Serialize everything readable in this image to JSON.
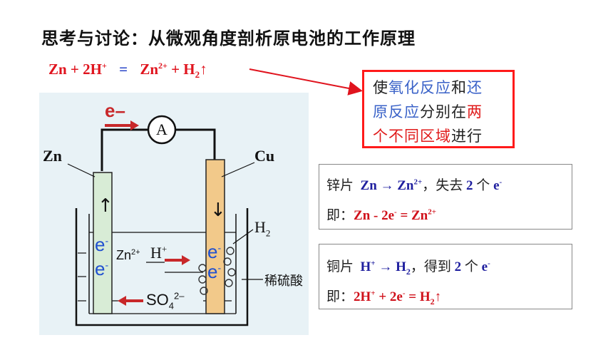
{
  "title": "思考与讨论：从微观角度剖析原电池的工作原理",
  "equation": {
    "left": "Zn + 2H",
    "left_sup": "+",
    "sign": "=",
    "right": "Zn",
    "right_sup": "2+",
    "right_tail": " + H",
    "right_sub": "2",
    "right_end": "↑"
  },
  "note": {
    "line1": [
      "使",
      "氧化反应",
      "和",
      "还"
    ],
    "line2": [
      "原反应",
      "分别在",
      "两"
    ],
    "line3": [
      "个不同区域",
      "进行"
    ]
  },
  "diagram": {
    "electron_label": "e",
    "electron_sup": "–",
    "ammeter": "A",
    "zn_label": "Zn",
    "cu_label": "Cu",
    "zn_arrow": "↑",
    "cu_arrow": "↓",
    "zn_electron_1": "e",
    "zn_electron_2": "e",
    "cu_electron_1": "e",
    "cu_electron_2": "e",
    "electron_charge": "-",
    "zn_ion": "Zn",
    "zn_ion_charge": "2+",
    "h_ion": "H",
    "h_ion_charge": "+",
    "so4": "SO",
    "so4_sub": "4",
    "so4_charge": "2–",
    "h2": "H",
    "h2_sub": "2",
    "acid": "稀硫酸"
  },
  "zinc_box": {
    "label1": "锌片",
    "f1": "Zn → Zn",
    "f1_sup": "2+",
    "text1": "，失去",
    "n1": " 2 ",
    "text1b": "个",
    "e1": " e",
    "e1_sup": "-",
    "label2": "即：",
    "f2": "Zn - 2e",
    "f2_sup": "-",
    "f2b": " = Zn",
    "f2b_sup": "2+"
  },
  "copper_box": {
    "label1": "铜片",
    "f1": "H",
    "f1_sup": "+",
    "f1b": " → H",
    "f1b_sub": "2",
    "text1": "，得到",
    "n1": " 2 ",
    "text1b": "个",
    "e1": " e",
    "e1_sup": "-",
    "label2": "即：",
    "f2": "2H",
    "f2_sup": "+",
    "f2b": " + 2e",
    "f2b_sup": "-",
    "f2c": " = H",
    "f2c_sub": "2",
    "f2d": "↑"
  },
  "colors": {
    "red": "#e0141e",
    "blue": "#2b47c8",
    "navy": "#1f1f9f",
    "diagram_bg": "#e8f2f6",
    "zn_plate": "#d8ecd6",
    "cu_plate": "#f2c98a"
  }
}
